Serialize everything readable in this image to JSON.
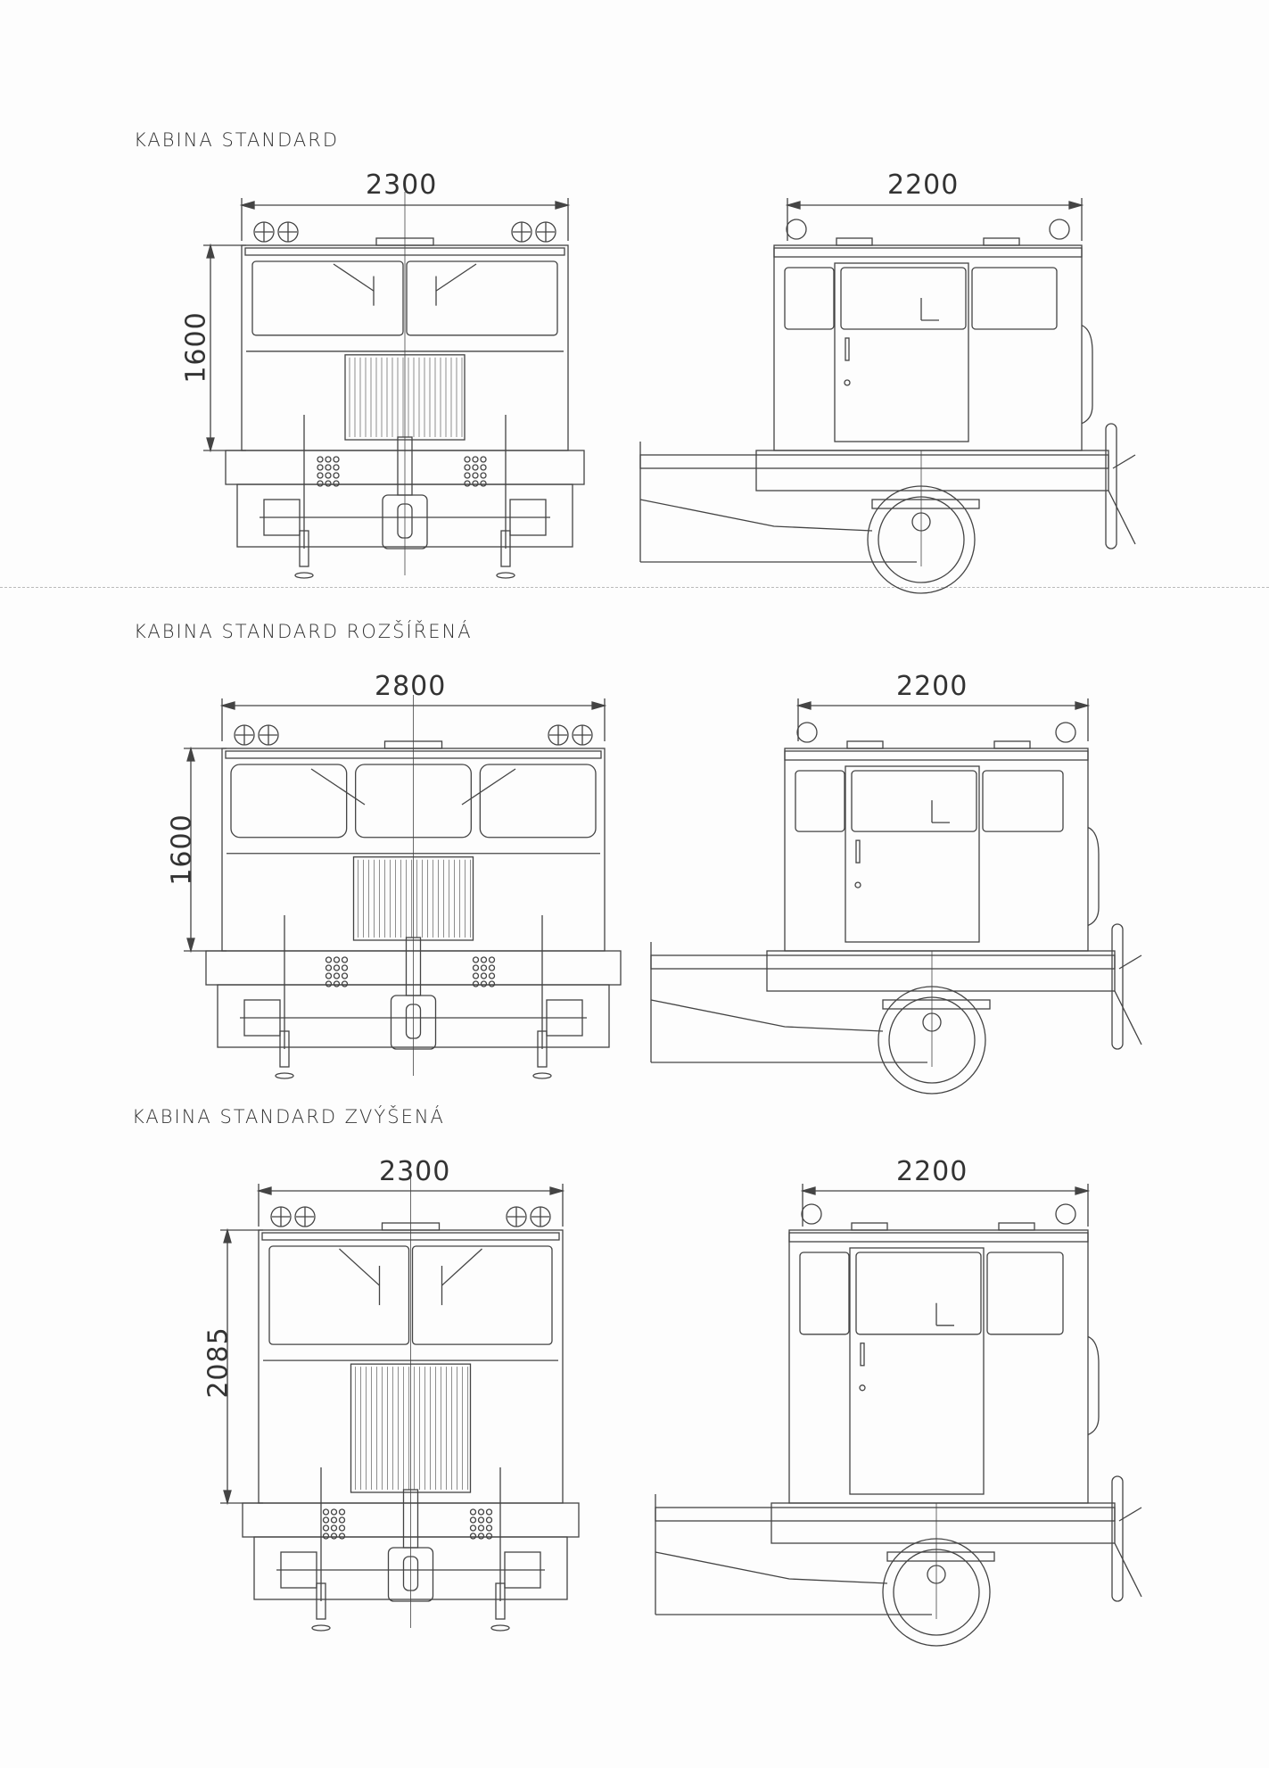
{
  "sections": [
    {
      "title": "KABINA STANDARD",
      "front_width": "2300",
      "front_height": "1600",
      "side_length": "2200"
    },
    {
      "title": "KABINA STANDARD ROZŠÍŘENÁ",
      "front_width": "2800",
      "front_height": "1600",
      "side_length": "2200"
    },
    {
      "title": "KABINA STANDARD ZVÝŠENÁ",
      "front_width": "2300",
      "front_height": "2085",
      "side_length": "2200"
    }
  ]
}
